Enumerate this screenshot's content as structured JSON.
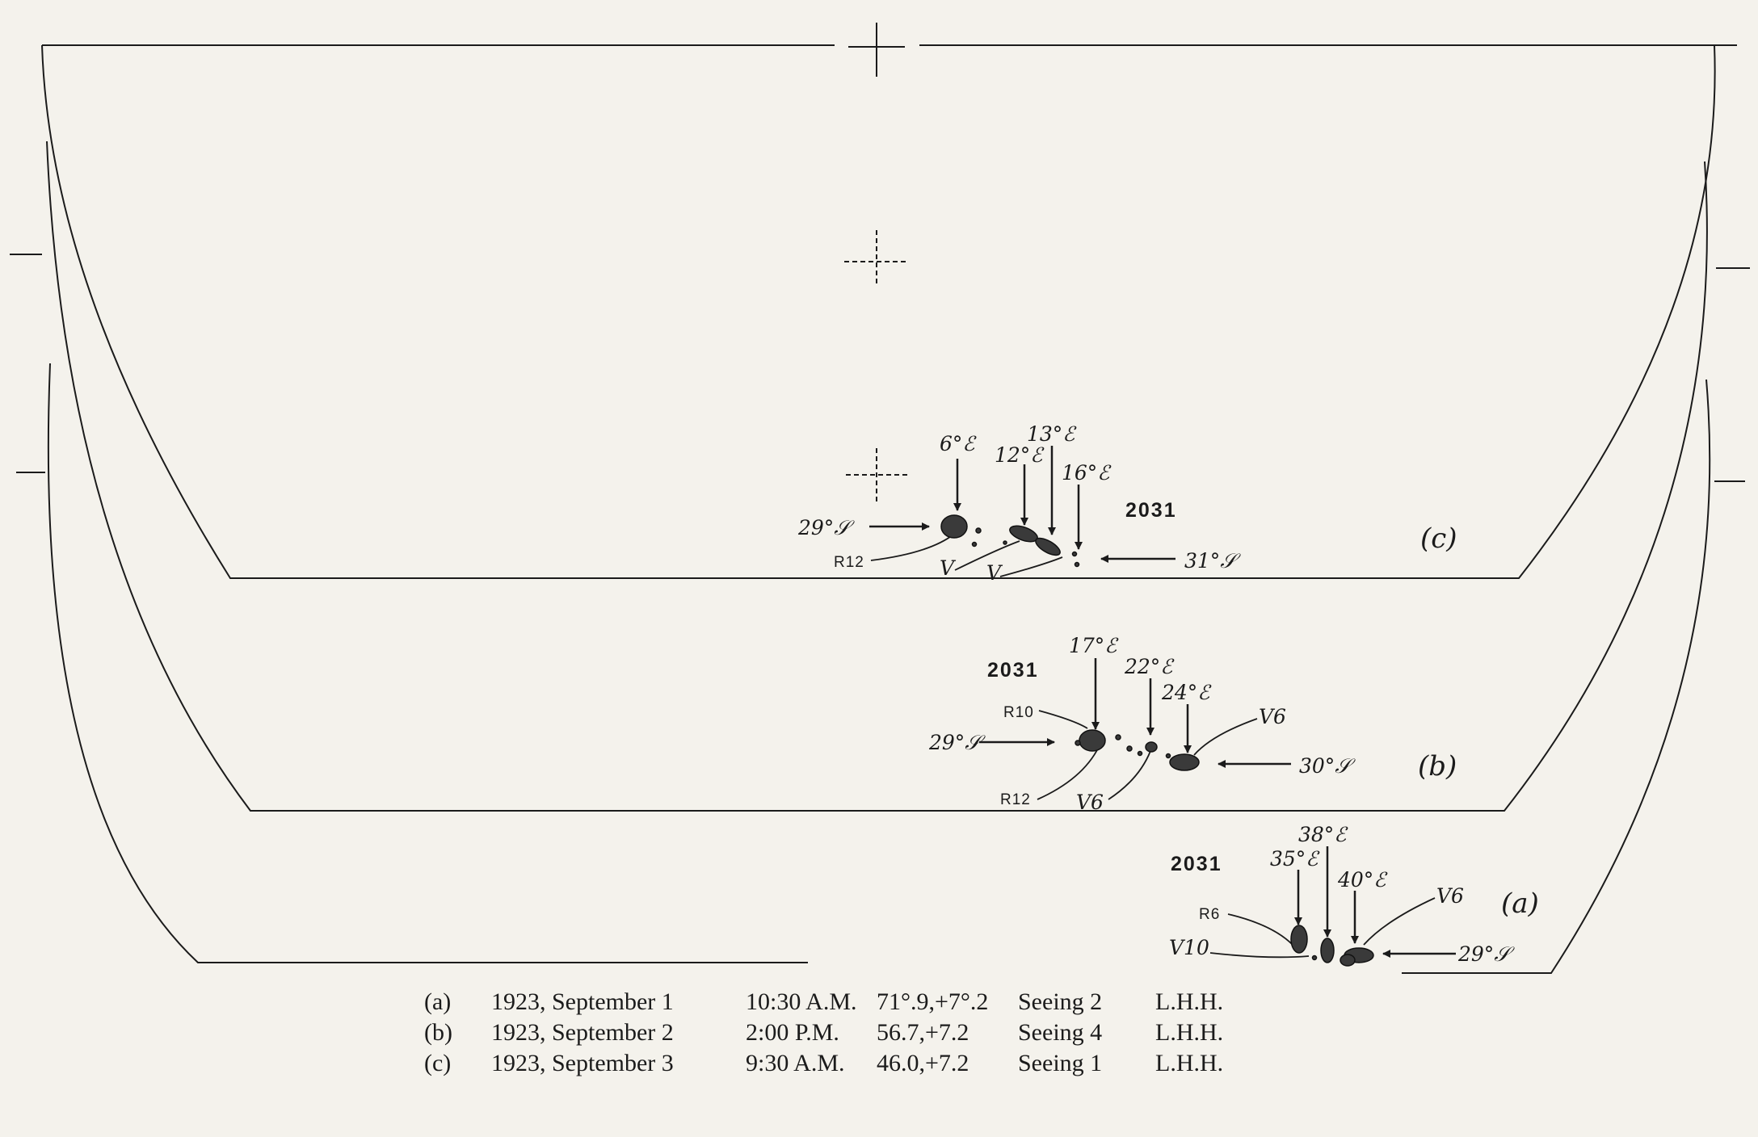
{
  "region_number": "2031",
  "panels": {
    "a": {
      "label": "(a)",
      "region": "2031",
      "longitudes": [
        "35°ℰ",
        "38°ℰ",
        "40°ℰ"
      ],
      "latitudes": [
        "29°𝒮"
      ],
      "spot_labels": [
        "R6",
        "V10",
        "V6"
      ]
    },
    "b": {
      "label": "(b)",
      "region": "2031",
      "longitudes": [
        "17°ℰ",
        "22°ℰ",
        "24°ℰ"
      ],
      "latitudes": [
        "29°𝒮",
        "30°𝒮"
      ],
      "spot_labels": [
        "R10",
        "R12",
        "V6",
        "V6"
      ]
    },
    "c": {
      "label": "(c)",
      "region": "2031",
      "longitudes": [
        "6°ℰ",
        "12°ℰ",
        "13°ℰ",
        "16°ℰ"
      ],
      "latitudes": [
        "29°𝒮",
        "31°𝒮"
      ],
      "spot_labels": [
        "R12",
        "V",
        "V"
      ]
    }
  },
  "caption": [
    {
      "id": "(a)",
      "date": "1923, September 1",
      "time": "10:30 A.M.",
      "coords": "71°.9,+7°.2",
      "seeing": "Seeing 2",
      "observer": "L.H.H."
    },
    {
      "id": "(b)",
      "date": "1923, September 2",
      "time": "2:00 P.M.",
      "coords": "56.7,+7.2",
      "seeing": "Seeing 4",
      "observer": "L.H.H."
    },
    {
      "id": "(c)",
      "date": "1923, September 3",
      "time": "9:30 A.M.",
      "coords": "46.0,+7.2",
      "seeing": "Seeing 1",
      "observer": "L.H.H."
    }
  ]
}
